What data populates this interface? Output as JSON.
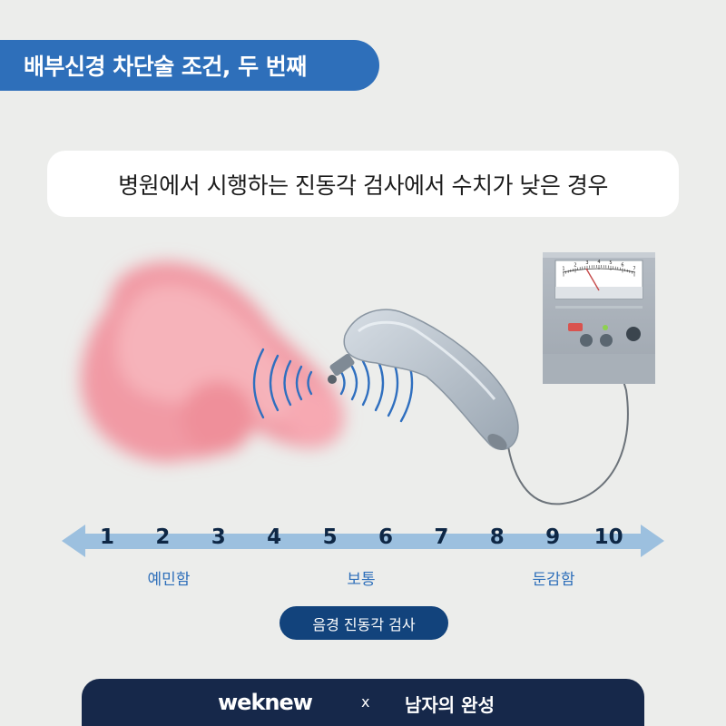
{
  "header": {
    "title": "배부신경 차단술 조건, 두 번째"
  },
  "subtitle": "병원에서 시행하는 진동각 검사에서 수치가 낮은 경우",
  "scale": {
    "numbers": [
      "1",
      "2",
      "3",
      "4",
      "5",
      "6",
      "7",
      "8",
      "9",
      "10"
    ],
    "labels": {
      "sensitive": "예민함",
      "normal": "보통",
      "dull": "둔감함"
    }
  },
  "test_label": "음경 진동각 검사",
  "meter": {
    "ticks": [
      "1",
      "2",
      "3",
      "4",
      "5",
      "6",
      "7"
    ]
  },
  "footer": {
    "brand_a": "weknew",
    "separator": "x",
    "brand_b": "남자의 완성"
  },
  "colors": {
    "accent": "#2e6fba",
    "navy": "#12437c",
    "dark_navy": "#16284a",
    "background": "#ecedeb",
    "arrow": "#9cc0df",
    "waves": "#2f6fbf"
  }
}
